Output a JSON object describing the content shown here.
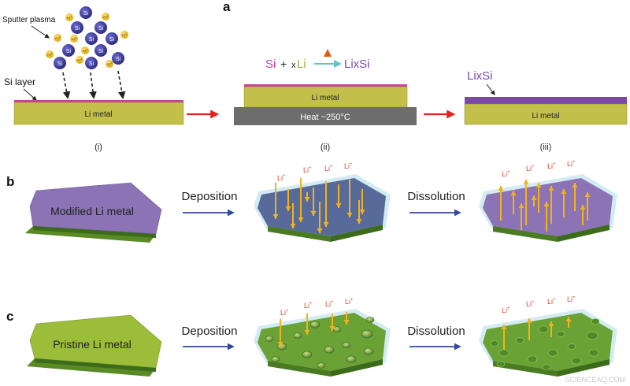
{
  "panels": {
    "a": "a",
    "b": "b",
    "c": "c"
  },
  "panel_a": {
    "sputter_label": "Sputter plasma",
    "si_label": "Si",
    "ar_label": "Ar",
    "ar_charge": "+",
    "si_layer_label": "Si layer",
    "li_metal_label": "Li metal",
    "reaction": {
      "si": "Si",
      "plus": "+",
      "x": "x",
      "li": "Li",
      "product": "LixSi"
    },
    "heat_label": "Heat ~250°C",
    "lixsi_label": "LixSi",
    "steps": [
      "(i)",
      "(ii)",
      "(iii)"
    ]
  },
  "panel_b": {
    "slab_label": "Modified Li metal",
    "deposition": "Deposition",
    "dissolution": "Dissolution",
    "ion": "Li",
    "ion_charge": "+"
  },
  "panel_c": {
    "slab_label": "Pristine Li metal",
    "deposition": "Deposition",
    "dissolution": "Dissolution",
    "ion": "Li",
    "ion_charge": "+"
  },
  "watermark": "SCIENCEAQ.COM",
  "colors": {
    "si_blue": "#3a3a9a",
    "ar_yellow": "#f2c21b",
    "li_metal": "#c2bf4a",
    "si_layer": "#c8409a",
    "heat_plate": "#6d6d6d",
    "lixsi": "#7a4aa6",
    "li_plus": "#d8452c",
    "arrow_red": "#e0231c",
    "arrow_blue": "#2f4aa0",
    "flux_arrow": "#f2b21b",
    "modified_top": "#8b73b5",
    "pristine_top": "#9bbd3a"
  }
}
